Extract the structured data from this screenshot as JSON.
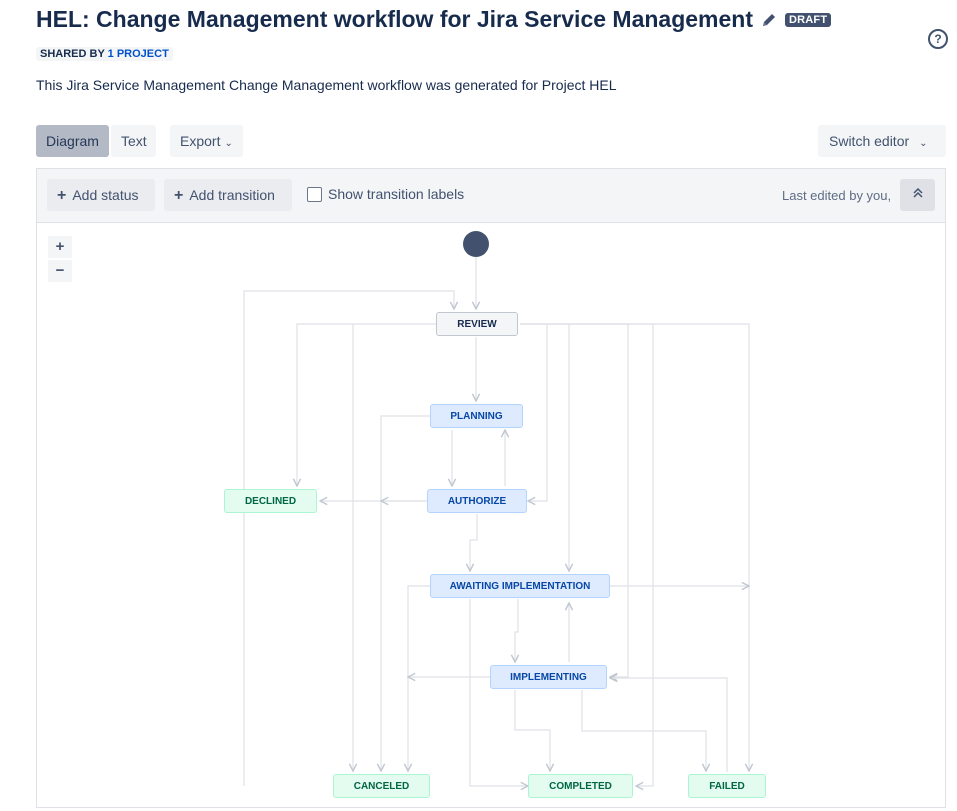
{
  "header": {
    "title": "HEL: Change Management workflow for Jira Service Management",
    "badge": "DRAFT",
    "shared_prefix": "SHARED BY",
    "shared_link": "1 PROJECT",
    "description": "This Jira Service Management Change Management workflow was generated for Project HEL",
    "help_icon": "?"
  },
  "view_tabs": [
    {
      "label": "Diagram",
      "selected": true
    },
    {
      "label": "Text",
      "selected": false
    }
  ],
  "export_label": "Export",
  "switch_editor_label": "Switch editor",
  "toolbar": {
    "add_status": "Add status",
    "add_transition": "Add transition",
    "show_labels": "Show transition labels",
    "show_labels_checked": false,
    "last_edited": "Last edited by you,"
  },
  "zoom": {
    "in": "+",
    "out": "−"
  },
  "statuses": {
    "review": "REVIEW",
    "planning": "PLANNING",
    "authorize": "AUTHORIZE",
    "declined": "DECLINED",
    "awaiting": "AWAITING IMPLEMENTATION",
    "implementing": "IMPLEMENTING",
    "canceled": "CANCELED",
    "completed": "COMPLETED",
    "failed": "FAILED"
  },
  "colors": {
    "start_node": "#42526e",
    "todo_status": "#f4f5f7",
    "in_progress_status": "#deebff",
    "done_status": "#e3fcef",
    "transition_line": "#c1c7d0"
  }
}
